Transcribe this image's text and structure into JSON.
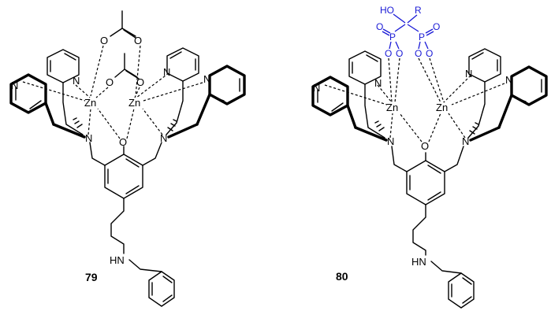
{
  "compounds": [
    {
      "label": "79",
      "atoms": {
        "zn1": "Zn",
        "zn2": "Zn",
        "n_pyr": "N",
        "n_amine": "N",
        "o_bridge": "O",
        "o": "O",
        "hn": "HN"
      }
    },
    {
      "label": "80",
      "atoms": {
        "zn1": "Zn",
        "zn2": "Zn",
        "n_pyr": "N",
        "n_amine": "N",
        "o_bridge": "O",
        "o": "O",
        "hn": "HN"
      },
      "bisphosphonate": {
        "p": "P",
        "o": "O",
        "ho": "HO",
        "r": "R"
      }
    }
  ],
  "colors": {
    "bond": "#000000",
    "bisphosphonate": "#1a1ad6"
  }
}
